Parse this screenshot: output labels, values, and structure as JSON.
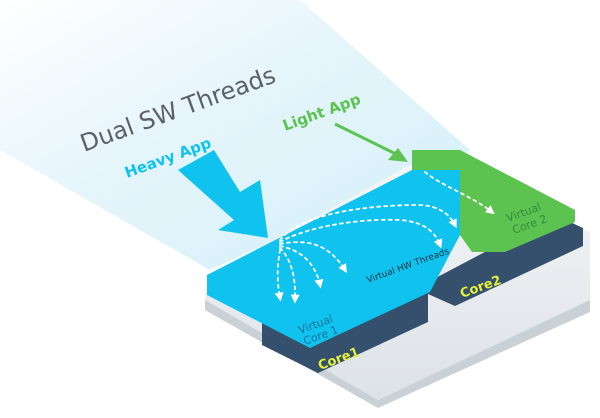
{
  "diagram": {
    "title": "Dual SW Threads",
    "heavy_app_label": "Heavy App",
    "light_app_label": "Light App",
    "virtual_hw_threads_label": "Virtual HW Threads",
    "virtual_core_1": {
      "line1": "Virtual",
      "line2": "Core 1"
    },
    "virtual_core_2": {
      "line1": "Virtual",
      "line2": "Core 2"
    },
    "core1_label": "Core1",
    "core2_label": "Core2"
  },
  "colors": {
    "heavy_blue": "#10c3ef",
    "light_green": "#5cc351",
    "title_gray": "#5b6166",
    "core_navy": "#34506d",
    "core_label_yellow": "#e6f03a",
    "virtual_core1_text": "#1a6f9e",
    "virtual_core2_text": "#2f8a3c"
  }
}
